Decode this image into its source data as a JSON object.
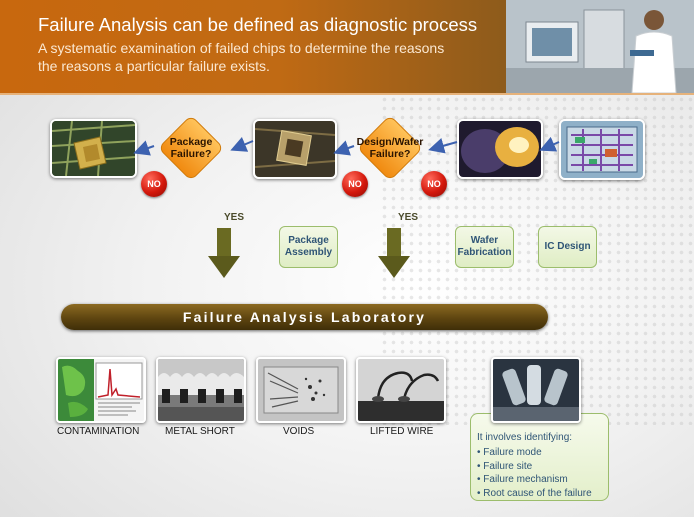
{
  "header": {
    "title": "Failure Analysis can be defined as diagnostic process",
    "subtitle_line1": "A systematic examination of failed chips to determine the reasons",
    "subtitle_line2": "the reasons a particular failure exists."
  },
  "flow": {
    "package_failure": "Package\nFailure?",
    "design_wafer_failure": "Design/Wafer\nFailure?",
    "no_label": "NO",
    "yes_label": "YES"
  },
  "stages": {
    "package_assembly": "Package\nAssembly",
    "wafer_fabrication": "Wafer\nFabrication",
    "ic_design": "IC Design"
  },
  "lab_banner": "Failure Analysis Laboratory",
  "failure_types": [
    "CONTAMINATION",
    "METAL SHORT",
    "VOIDS",
    "LIFTED WIRE"
  ],
  "info": {
    "heading": "It involves identifying:",
    "items": [
      "Failure mode",
      "Failure site",
      "Failure mechanism",
      "Root cause of the failure"
    ]
  },
  "colors": {
    "header_orange": "#c8680e",
    "diamond_orange": "#f59a1c",
    "no_red": "#d4180c",
    "arrow_olive": "#5b5a1c",
    "lab_brown": "#5e4510",
    "box_green": "#dfedc4",
    "flow_arrow_blue": "#3d62b0"
  }
}
